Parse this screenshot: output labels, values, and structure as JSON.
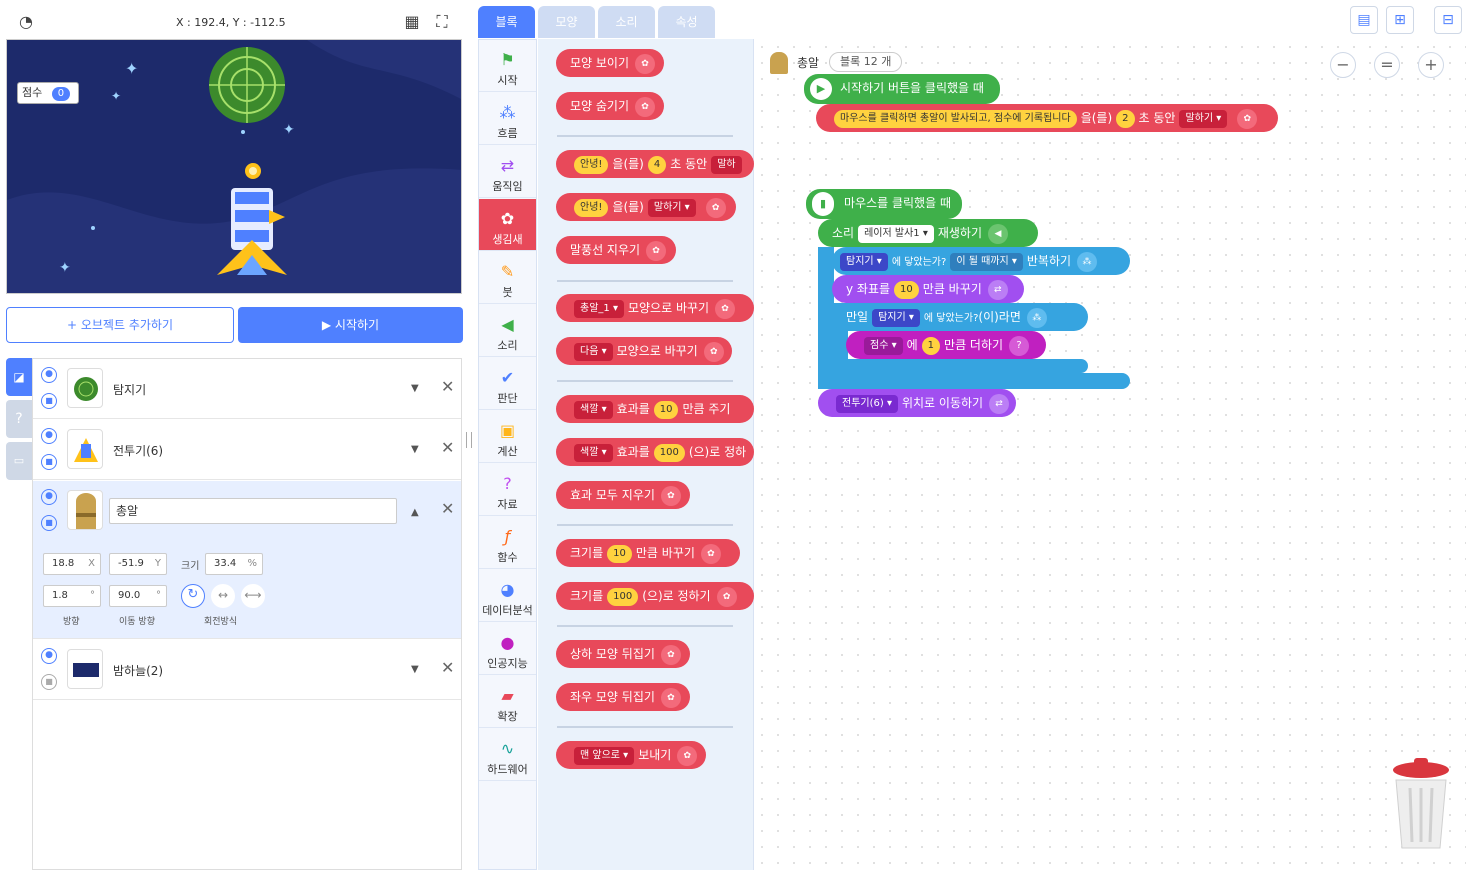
{
  "stage": {
    "coords": "X : 192.4, Y : -112.5",
    "score_label": "점수",
    "score_value": "0"
  },
  "buttons": {
    "add_object": "+ 오브젝트 추가하기",
    "start": "▶ 시작하기"
  },
  "objects": [
    {
      "name": "탐지기"
    },
    {
      "name": "전투기(6)"
    },
    {
      "name": "총알",
      "x": "18.8",
      "y": "-51.9",
      "size": "33.4",
      "direction": "1.8",
      "move_direction": "90.0"
    },
    {
      "name": "밤하늘(2)"
    }
  ],
  "props": {
    "x_unit": "X",
    "y_unit": "Y",
    "size_label": "크기",
    "size_unit": "%",
    "deg": "°",
    "direction_label": "방향",
    "move_direction_label": "이동 방향",
    "rotation_label": "회전방식"
  },
  "tabs": [
    "블록",
    "모양",
    "소리",
    "속성"
  ],
  "categories": [
    "시작",
    "흐름",
    "움직임",
    "생김새",
    "붓",
    "소리",
    "판단",
    "계산",
    "자료",
    "함수",
    "데이터분석",
    "인공지능",
    "확장",
    "하드웨어"
  ],
  "palette": {
    "show": "모양 보이기",
    "hide": "모양 숨기기",
    "say_time": {
      "text": "안녕!",
      "a": "을(를)",
      "num": "4",
      "b": "초 동안",
      "dd": "말하"
    },
    "say": {
      "text": "안녕!",
      "a": "을(를)",
      "dd": "말하기 ▾"
    },
    "clear_bubble": "말풍선 지우기",
    "change_shape": {
      "dd": "총알_1 ▾",
      "text": "모양으로 바꾸기"
    },
    "next_shape": {
      "dd": "다음 ▾",
      "text": "모양으로 바꾸기"
    },
    "effect_change": {
      "dd": "색깔 ▾",
      "a": "효과를",
      "num": "10",
      "b": "만큼 주기"
    },
    "effect_set": {
      "dd": "색깔 ▾",
      "a": "효과를",
      "num": "100",
      "b": "(으)로 정하"
    },
    "clear_effects": "효과 모두 지우기",
    "size_change": {
      "a": "크기를",
      "num": "10",
      "b": "만큼 바꾸기"
    },
    "size_set": {
      "a": "크기를",
      "num": "100",
      "b": "(으)로 정하기"
    },
    "flip_v": "상하 모양 뒤집기",
    "flip_h": "좌우 모양 뒤집기",
    "front": {
      "dd": "맨 앞으로 ▾",
      "text": "보내기"
    }
  },
  "workspace": {
    "object_name": "총알",
    "block_count": "블록 12 개",
    "start_hat": "시작하기 버튼을 클릭했을 때",
    "say_text": "마우스를 클릭하면 총알이 발사되고, 점수에 기록됩니다",
    "say_a": "을(를)",
    "say_num": "2",
    "say_b": "초 동안",
    "say_dd": "말하기 ▾",
    "click_hat": "마우스를 클릭했을 때",
    "sound_a": "소리",
    "sound_dd": "레이저 발사1 ▾",
    "sound_b": "재생하기",
    "repeat_dd": "탐지기 ▾",
    "repeat_a": "에 닿았는가?",
    "repeat_dd2": "이 될 때까지 ▾",
    "repeat_b": "반복하기",
    "ymove_a": "y 좌표를",
    "ymove_num": "10",
    "ymove_b": "만큼 바꾸기",
    "if_a": "만일",
    "if_dd": "탐지기 ▾",
    "if_b": "에 닿았는가?",
    "if_c": "(이)라면",
    "score_dd": "점수 ▾",
    "score_a": "에",
    "score_num": "1",
    "score_b": "만큼 더하기",
    "moveto_dd": "전투기(6) ▾",
    "moveto_b": "위치로 이동하기"
  },
  "zoom": [
    "−",
    "=",
    "+"
  ]
}
